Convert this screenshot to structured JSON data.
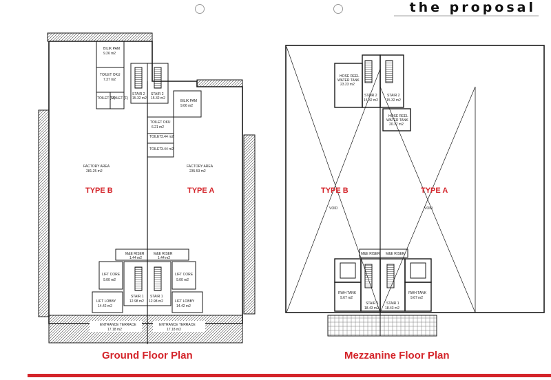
{
  "header": {
    "title": "the proposal"
  },
  "ground": {
    "caption": "Ground Floor Plan",
    "bilik_pam_b": "BILIK PAM",
    "bilik_pam_b_area": "9.26 m2",
    "toilet_oku_b": "TOILET OKU",
    "toilet_oku_b_area": "7.37 m2",
    "toilet_m": "TOILET (M)",
    "toilet_f": "TOILET (F)",
    "stair2_b": "STAIR 2",
    "stair2_b_area": "15.32 m2",
    "stair2_a": "STAIR 2",
    "stair2_a_area": "15.32 m2",
    "bilik_pam_a": "BILIK PAM",
    "bilik_pam_a_area": "9.06 m2",
    "toilet_oku_a": "TOILET OKU",
    "toilet_oku_a_area": "6.21 m2",
    "toilet_a1": "TOILET",
    "toilet_a1_area": "3.44 m2",
    "toilet_a2": "TOILET",
    "toilet_a2_area": "3.44 m2",
    "factory_b": "FACTORY AREA",
    "factory_b_area": "281.25 m2",
    "factory_a": "FACTORY AREA",
    "factory_a_area": "235.53 m2",
    "type_b": "TYPE B",
    "type_a": "TYPE A",
    "male_riser_b": "M&E RISER",
    "male_riser_b_area": "1.44 m2",
    "male_riser_a": "M&E RISER",
    "male_riser_a_area": "1.44 m2",
    "lift_core_b": "LIFT CORE",
    "lift_core_b_area": "9.00 m2",
    "lift_core_a": "LIFT CORE",
    "lift_core_a_area": "9.00 m2",
    "stair1_b": "STAIR 1",
    "stair1_b_area": "12.98 m2",
    "stair1_a": "STAIR 1",
    "stair1_a_area": "12.98 m2",
    "lift_lobby_b": "LIFT LOBBY",
    "lift_lobby_b_area": "14.42 m2",
    "lift_lobby_a": "LIFT LOBBY",
    "lift_lobby_a_area": "14.42 m2",
    "terrace_b": "ENTRANCE TERRACE",
    "terrace_b_area": "17.18 m2",
    "terrace_a": "ENTRANCE TERRACE",
    "terrace_a_area": "17.18 m2"
  },
  "mezzanine": {
    "caption": "Mezzanine Floor Plan",
    "hose_reel_b": "HOSE REEL",
    "hose_reel_b_sub": "WATER TANK",
    "hose_reel_b_area": "23.23 m2",
    "stair2_b": "STAIR 2",
    "stair2_b_area": "15.32 m2",
    "stair2_a": "STAIR 2",
    "stair2_a_area": "15.32 m2",
    "hose_reel_a": "HOSE REEL",
    "hose_reel_a_sub": "WATER TANK",
    "hose_reel_a_area": "20.17 m2",
    "type_b": "TYPE B",
    "type_a": "TYPE A",
    "void_b": "VOID",
    "void_a": "VOID",
    "riser_b": "M&E RISER",
    "riser_a": "M&E RISER",
    "rwh_b": "RWH TANK",
    "rwh_b_area": "9.67 m2",
    "rwh_a": "RWH TANK",
    "rwh_a_area": "9.67 m2",
    "stair1_b": "STAIR 1",
    "stair1_b_area": "18.43 m2",
    "stair1_a": "STAIR 1",
    "stair1_a_area": "18.43 m2"
  },
  "colors": {
    "accent": "#d4242a",
    "line": "#1a1a1a"
  }
}
